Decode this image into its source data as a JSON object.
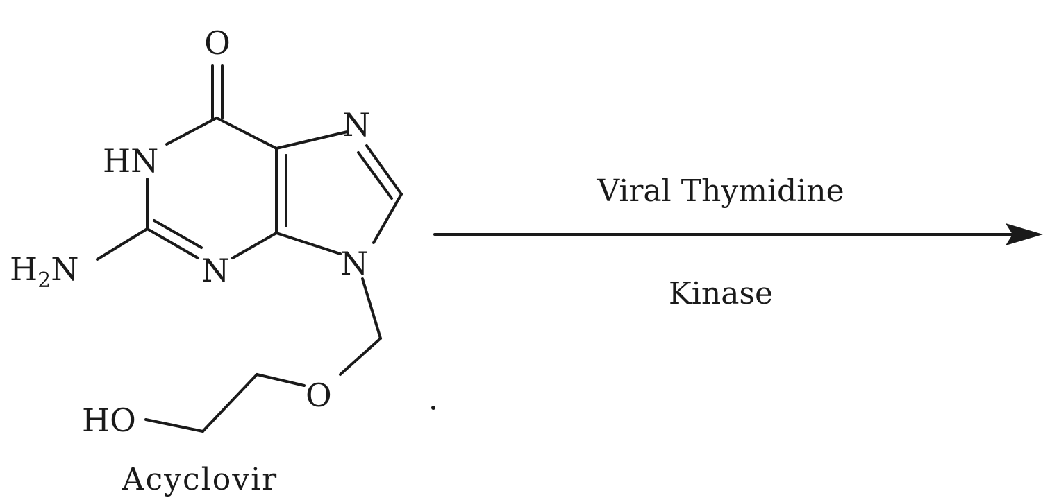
{
  "molecule": {
    "name": "Acyclovir",
    "atoms": {
      "carbonyl_o": "O",
      "n1": "HN",
      "n3": "N",
      "n7": "N",
      "n9": "N",
      "amine_h": "H",
      "amine_sub": "2",
      "amine_n": "N",
      "ether_o": "O",
      "hydroxyl": "HO"
    }
  },
  "reaction": {
    "reagent_line1": "Viral Thymidine",
    "reagent_line2": "Kinase"
  },
  "colors": {
    "ink": "#1a1a1a",
    "background": "#ffffff"
  }
}
